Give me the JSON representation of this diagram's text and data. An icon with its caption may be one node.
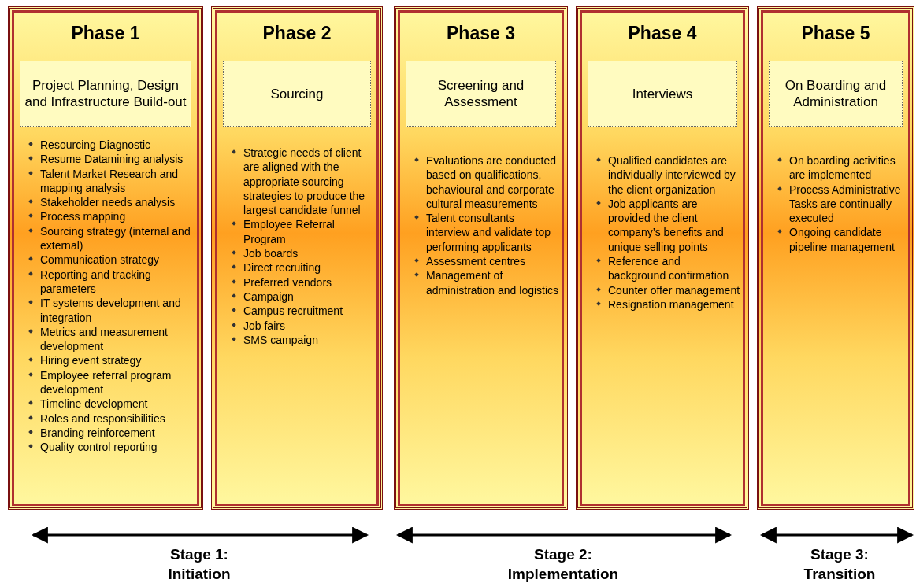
{
  "diagram": {
    "nodes": [
      {
        "text": [
          "Phase 1",
          "Resourcing Diagnostic",
          "Resume Datamining analysis",
          "Talent Market Research and mapping analysis",
          "Stakeholder needs analysis",
          "Process mapping",
          "Sourcing strategy (internal and external)",
          "Communication strategy",
          "Reporting and tracking parameters",
          "IT systems development and integration",
          "Metrics and measurement development",
          "Hiring event strategy",
          "Employee referral program development",
          "Timeline development",
          "Roles and responsibilities",
          "Branding reinforcement",
          "Quality control reporting"
        ]
      },
      {
        "text": [
          "Project Planning, Design and Infrastructure Build-out"
        ],
        "in": 0
      },
      {
        "text": [
          "Phase 2",
          "Strategic needs of client are aligned with the appropriate sourcing strategies to produce the largest candidate funnel",
          "Employee Referral Program",
          "Job boards",
          "Direct recruiting",
          "Preferred vendors",
          "Campaign",
          "Campus recruitment",
          "Job fairs",
          "SMS campaign"
        ]
      },
      {
        "text": [
          "Sourcing"
        ],
        "in": 2
      },
      {
        "text": [
          "Phase 3",
          "Evaluations are conducted based on qualifications, behavioural and corporate cultural measurements",
          "Talent consultants interview and validate top performing applicants",
          "Assessment centres",
          "Management of administration and logistics"
        ]
      },
      {
        "text": [
          "Screening and Assessment"
        ],
        "in": 4
      },
      {
        "text": [
          "Phase 4",
          "Qualified candidates are individually interviewed by the client organization",
          "Job applicants are provided the client company’s benefits and unique selling points",
          "Reference and background confirmation",
          "Counter offer management",
          "Resignation management"
        ]
      },
      {
        "text": [
          "Interviews"
        ],
        "in": 6
      },
      {
        "text": [
          "Phase 5",
          "On boarding activities are implemented",
          "Process Administrative Tasks are continually executed",
          "Ongoing candidate pipeline management"
        ]
      },
      {
        "text": [
          "On Boarding and Administration"
        ],
        "in": 8
      }
    ],
    "edges": [],
    "labels": [
      "Stage 1: Initiation",
      "Stage 2: Implementation",
      "Stage 3: Transition"
    ]
  }
}
